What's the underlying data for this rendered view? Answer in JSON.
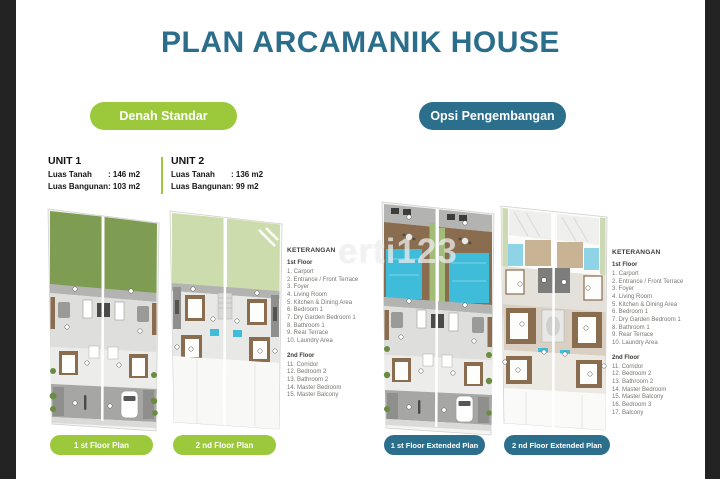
{
  "title": "PLAN ARCAMANIK HOUSE",
  "badges": {
    "standard": "Denah Standar",
    "extended": "Opsi Pengembangan"
  },
  "units": [
    {
      "name": "UNIT 1",
      "land_label": "Luas Tanah",
      "land_value": ": 146 m2",
      "building_label": "Luas Bangunan",
      "building_value": ": 103 m2"
    },
    {
      "name": "UNIT 2",
      "land_label": "Luas Tanah",
      "land_value": ": 136 m2",
      "building_label": "Luas Bangunan",
      "building_value": ": 99 m2"
    }
  ],
  "legend_standard": {
    "title": "KETERANGAN",
    "floor1_title": "1st Floor",
    "floor1_items": [
      "1. Carport",
      "2. Entrance / Front Terrace",
      "3. Foyer",
      "4. Living Room",
      "5. Kitchen & Dining Area",
      "6. Bedroom 1",
      "7. Dry Garden Bedroom 1",
      "8. Bathroom 1",
      "9. Rear Terrace",
      "10. Laundry Area"
    ],
    "floor2_title": "2nd Floor",
    "floor2_items": [
      "11. Corridor",
      "12. Bedroom 2",
      "13. Bathroom 2",
      "14. Master Bedroom",
      "15. Master Balcony"
    ]
  },
  "legend_extended": {
    "title": "KETERANGAN",
    "floor1_title": "1st Floor",
    "floor1_items": [
      "1. Carport",
      "2. Entrance / Front Terrace",
      "3. Foyer",
      "4. Living Room",
      "5. Kitchen & Dining Area",
      "6. Bedroom 1",
      "7. Dry Garden Bedroom 1",
      "8. Bathroom 1",
      "9. Rear Terrace",
      "10. Laundry Area"
    ],
    "floor2_title": "2nd Floor",
    "floor2_items": [
      "11. Corridor",
      "12. Bedroom 2",
      "13. Bathroom 2",
      "14. Master Bedroom",
      "15. Master Balcony",
      "16. Bedroom 3",
      "17. Balcony"
    ]
  },
  "plan_labels": {
    "floor1": "1 st Floor Plan",
    "floor2": "2 nd Floor Plan",
    "floor1_ext": "1 st Floor Extended Plan",
    "floor2_ext": "2 nd Floor Extended Plan"
  },
  "watermark": "erti123",
  "colors": {
    "accent_green": "#9cc93c",
    "accent_teal": "#2b6f8c",
    "grass_dark": "#7e9c52",
    "grass_light": "#ccdcac",
    "pool_blue": "#3fbcd9",
    "wood_brown": "#8a6d4e"
  }
}
